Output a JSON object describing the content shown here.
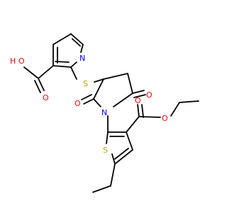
{
  "molecule": {
    "atom_labels": {
      "hydroxyl_H": "H",
      "hydroxyl_O": "O",
      "carbonyl_O_acid": "O",
      "pyridine_N": "N",
      "thioether_S": "S",
      "imide_O_top": "O",
      "imide_O_left": "O",
      "imide_N": "N",
      "ester_O_carbonyl": "O",
      "ester_O_ether": "O",
      "thiophene_S": "S"
    },
    "colors": {
      "bond": "#000000",
      "oxygen": "#ff0000",
      "nitrogen": "#0000ff",
      "sulfur": "#b8a000",
      "hydrogen": "#ff0000"
    }
  }
}
